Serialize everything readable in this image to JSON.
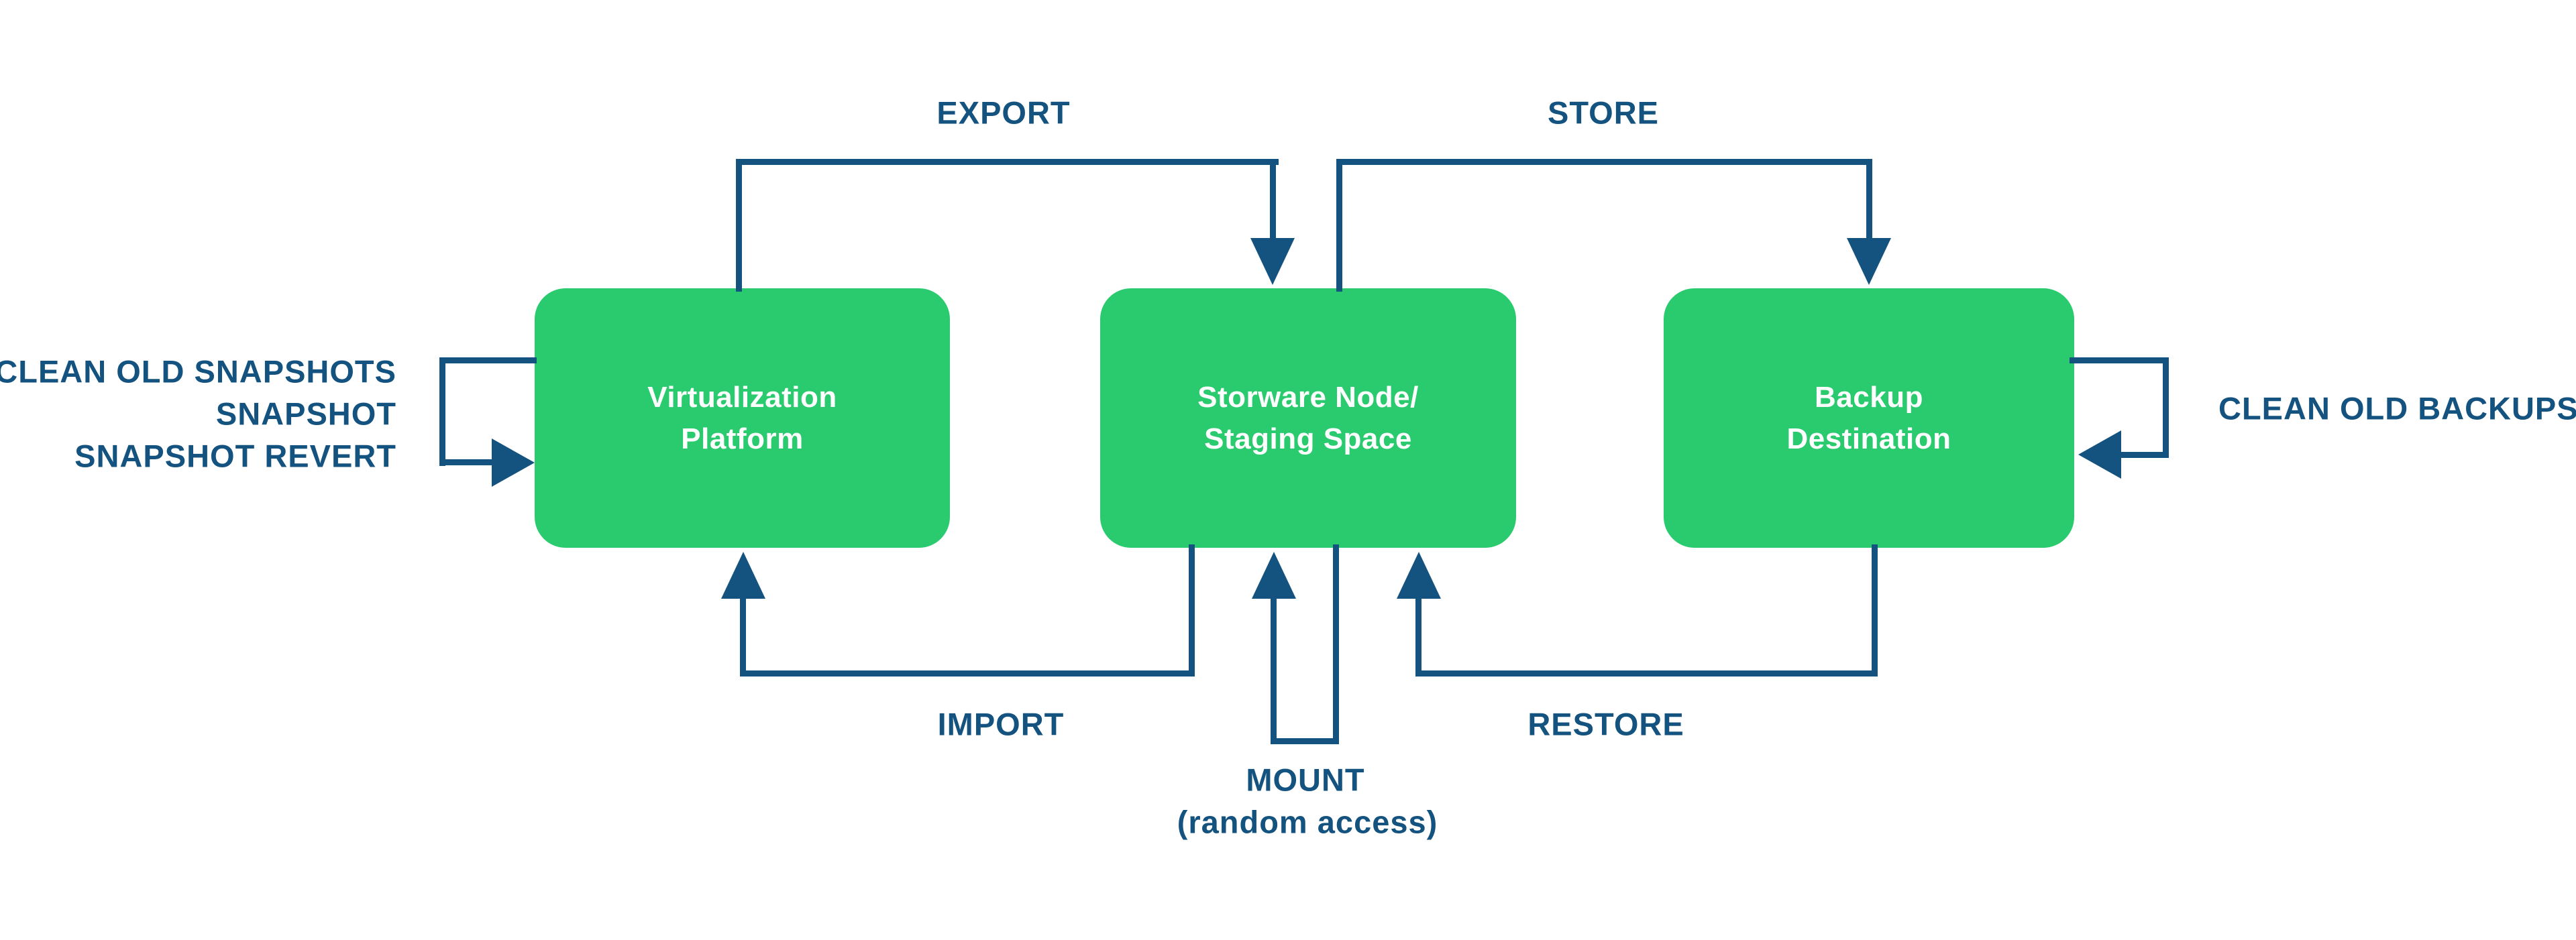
{
  "diagram": {
    "background_color": "#ffffff",
    "colors": {
      "node_fill": "#29cb6e",
      "node_text": "#ffffff",
      "arrow": "#14537f",
      "label_text": "#14537f"
    },
    "nodes": [
      {
        "id": "virtualization-platform",
        "lines": [
          "Virtualization",
          "Platform"
        ]
      },
      {
        "id": "storware-node",
        "lines": [
          "Storware Node/",
          "Staging Space"
        ]
      },
      {
        "id": "backup-destination",
        "lines": [
          "Backup",
          "Destination"
        ]
      }
    ],
    "edges": {
      "export": {
        "label": "EXPORT",
        "from": "virtualization-platform",
        "to": "storware-node"
      },
      "store": {
        "label": "STORE",
        "from": "storware-node",
        "to": "backup-destination"
      },
      "import": {
        "label": "IMPORT",
        "from": "storware-node",
        "to": "virtualization-platform"
      },
      "restore": {
        "label": "RESTORE",
        "from": "backup-destination",
        "to": "storware-node"
      },
      "mount": {
        "label": "MOUNT",
        "sublabel": "(random access)",
        "from": "storware-node",
        "to": "storware-node"
      },
      "snapshot_loop": {
        "lines": [
          "CLEAN OLD SNAPSHOTS",
          "SNAPSHOT",
          "SNAPSHOT REVERT"
        ],
        "from": "virtualization-platform",
        "to": "virtualization-platform"
      },
      "backup_cleanup_loop": {
        "label": "CLEAN OLD BACKUPS",
        "from": "backup-destination",
        "to": "backup-destination"
      }
    }
  }
}
